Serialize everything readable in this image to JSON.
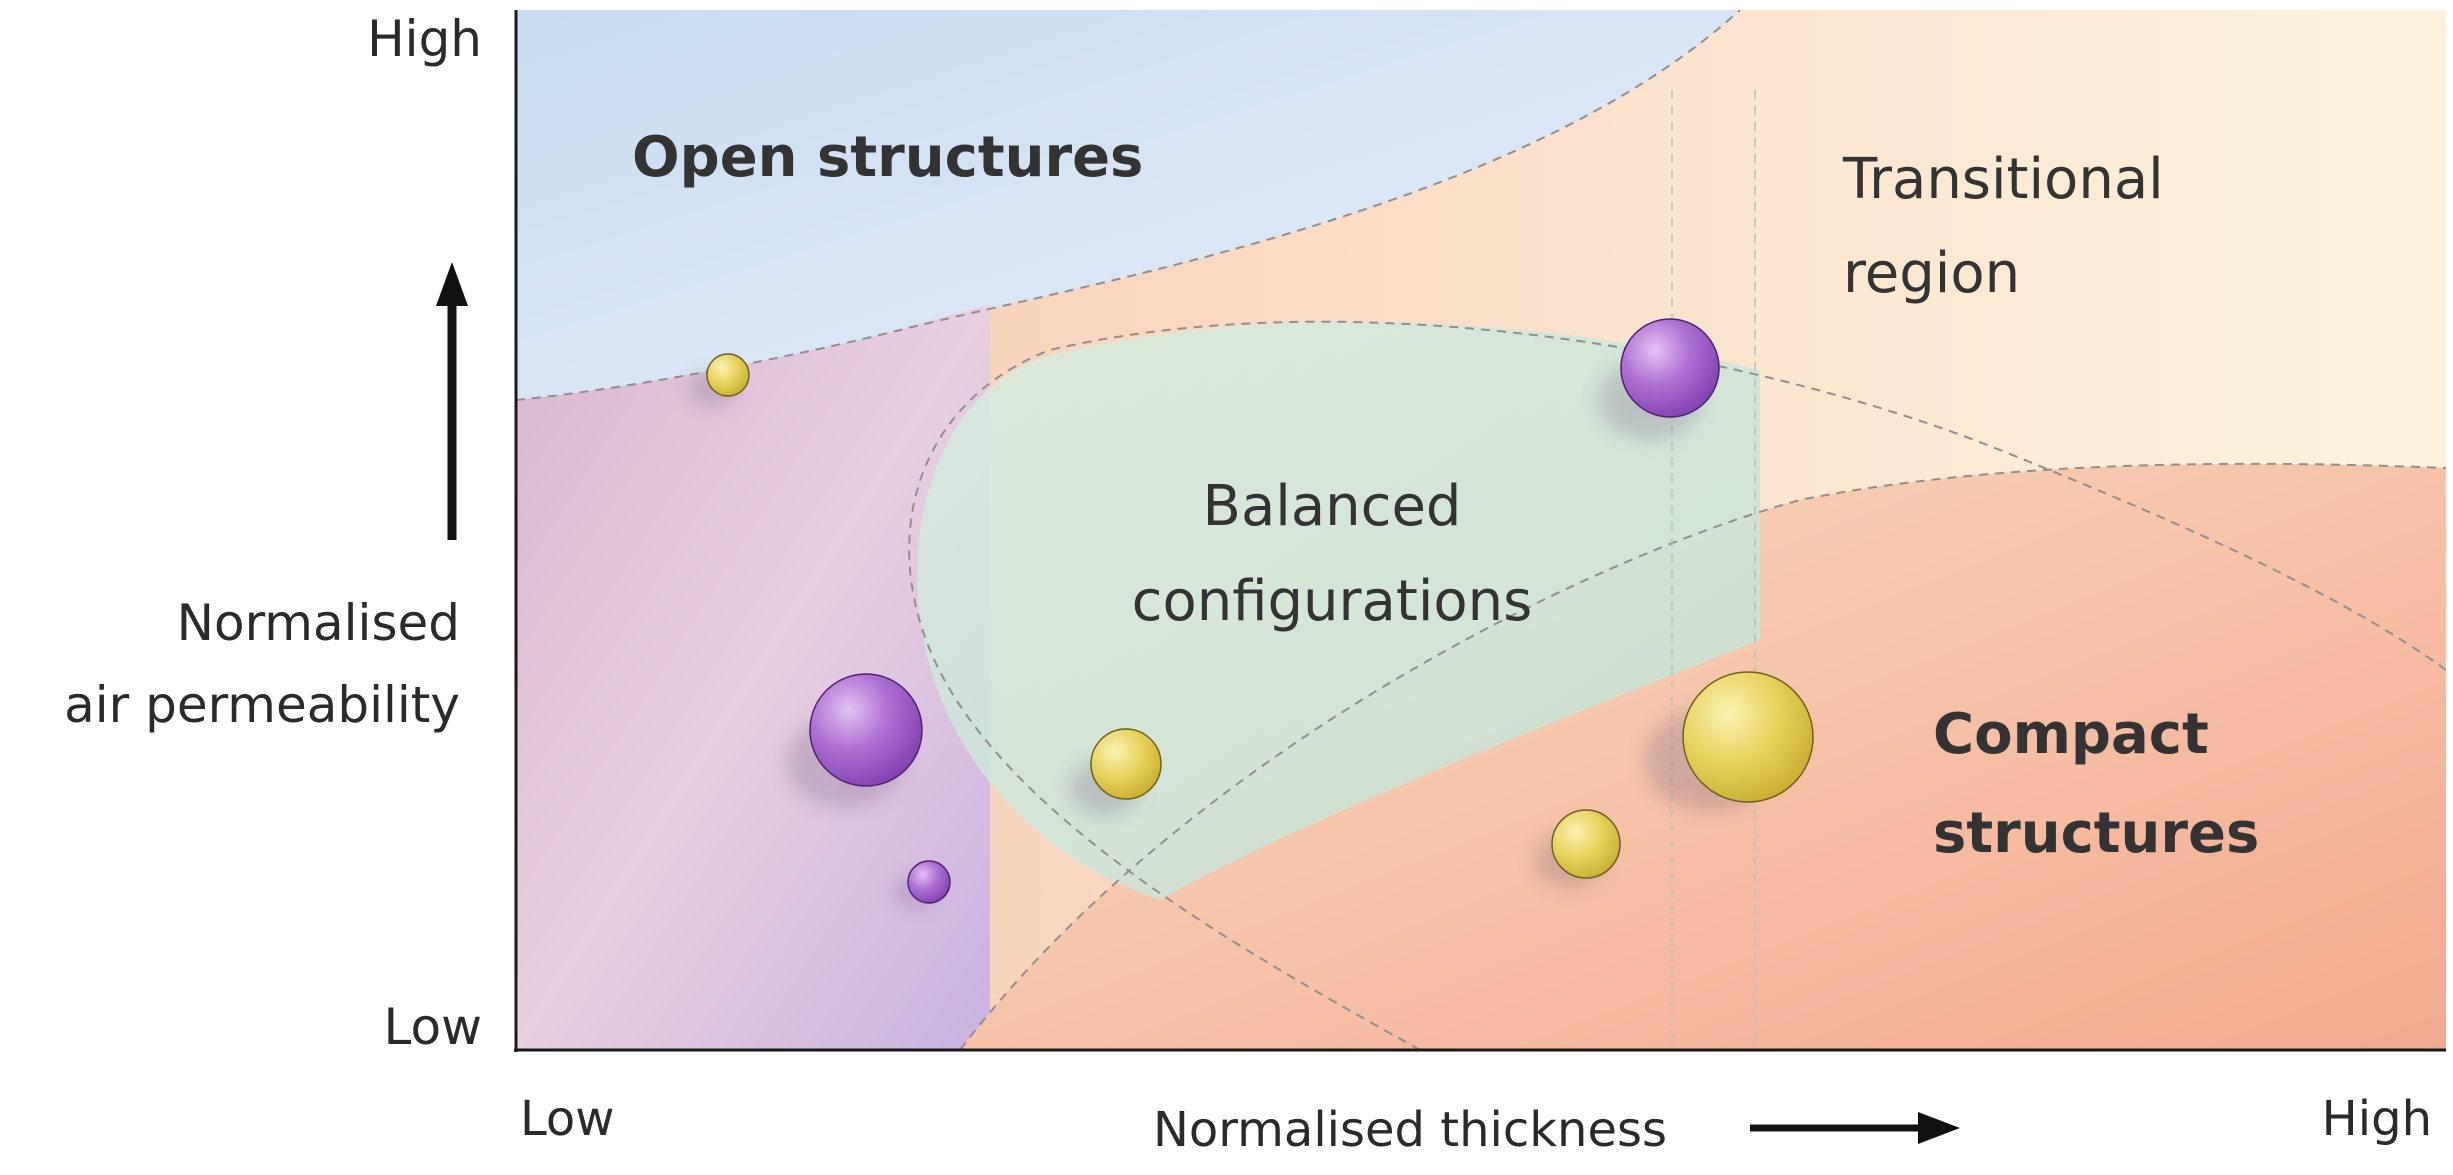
{
  "axes": {
    "y_title_lines": [
      "Normalised",
      "air permeability"
    ],
    "x_title": "Normalised thickness",
    "y_high": "High",
    "y_low": "Low",
    "x_low": "Low",
    "x_high": "High"
  },
  "regions": {
    "open": "Open structures",
    "transitional_lines": [
      "Transitional",
      "region"
    ],
    "balanced_lines": [
      "Balanced",
      "configurations"
    ],
    "compact_lines": [
      "Compact",
      "structures"
    ]
  },
  "colors": {
    "open": "#cfe0f3",
    "transitional": "#fbeed6",
    "balanced": "#cfe8dd",
    "compact": "#f5b9a5",
    "low_left": "#cdb5df",
    "bubble_purple": "#9b59c6",
    "bubble_yellow": "#e3cf55",
    "axis": "#1a1a1a"
  },
  "bubbles": [
    {
      "color": "yellow",
      "size": "small"
    },
    {
      "color": "purple",
      "size": "large"
    },
    {
      "color": "purple",
      "size": "large"
    },
    {
      "color": "yellow",
      "size": "medium"
    },
    {
      "color": "purple",
      "size": "small"
    },
    {
      "color": "yellow",
      "size": "large"
    },
    {
      "color": "yellow",
      "size": "medium"
    }
  ]
}
